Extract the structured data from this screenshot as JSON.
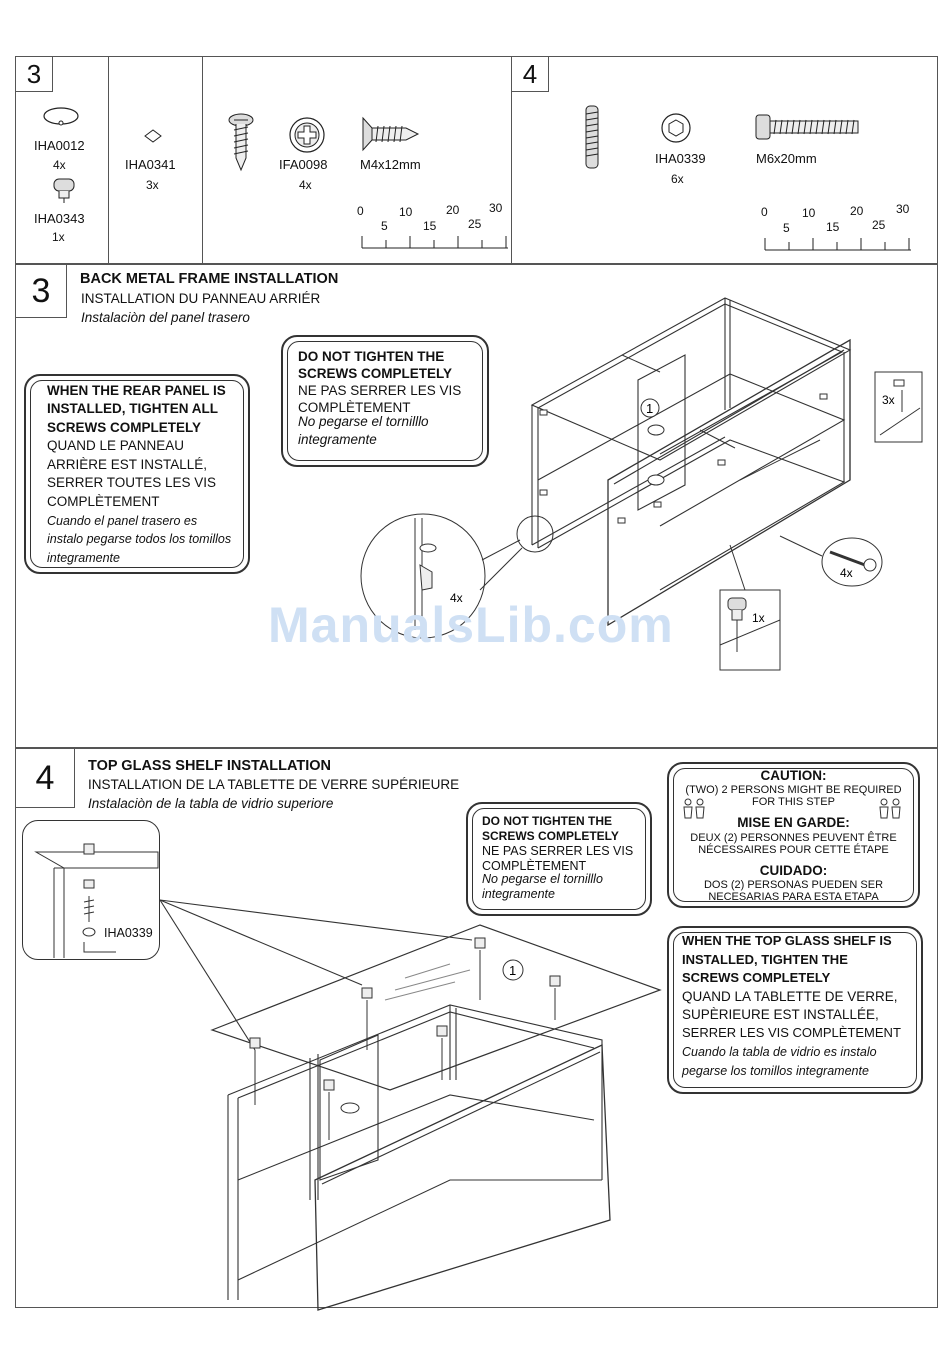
{
  "hardware_panel": {
    "step3_number": "3",
    "step4_number": "4",
    "step3_items": [
      {
        "code": "IHA0012",
        "qty": "4x"
      },
      {
        "code": "IHA0343",
        "qty": "1x"
      },
      {
        "code": "IHA0341",
        "qty": "3x"
      },
      {
        "code": "IFA0098",
        "qty": "4x"
      },
      {
        "code": "M4x12mm",
        "qty": ""
      }
    ],
    "step4_items": [
      {
        "code": "IHA0339",
        "qty": "6x"
      },
      {
        "code": "M6x20mm",
        "qty": ""
      }
    ],
    "ruler": {
      "top_labels": [
        "0",
        "10",
        "20",
        "30"
      ],
      "bottom_labels": [
        "5",
        "15",
        "25"
      ]
    }
  },
  "step3": {
    "number": "3",
    "title": "BACK METAL FRAME INSTALLATION",
    "title_fr": "INSTALLATION DU PANNEAU ARRIÉR",
    "title_es": "Instalaciòn del panel trasero",
    "note_tighten": {
      "en": [
        "WHEN THE REAR PANEL IS",
        "INSTALLED, TIGHTEN ALL",
        "SCREWS COMPLETELY"
      ],
      "fr": [
        "QUAND LE PANNEAU",
        "ARRIÈRE EST INSTALLÉ,",
        "SERRER TOUTES LES VIS",
        "COMPLÈTEMENT"
      ],
      "es": [
        "Cuando el panel trasero es",
        "instalo pegarse todos los tomillos",
        "integramente"
      ]
    },
    "note_no_tighten": {
      "en": [
        "DO NOT TIGHTEN THE",
        "SCREWS COMPLETELY"
      ],
      "fr": [
        "NE PAS SERRER LES VIS",
        "COMPLÈTEMENT"
      ],
      "es": [
        "No pegarse el tornilllo",
        "integramente"
      ]
    },
    "callouts": {
      "part_number": "1",
      "qty_a": "3x",
      "qty_b": "4x",
      "qty_c": "4x",
      "qty_d": "1x"
    }
  },
  "step4": {
    "number": "4",
    "title": "TOP GLASS SHELF INSTALLATION",
    "title_fr": "INSTALLATION DE LA TABLETTE DE VERRE SUPÉRIEURE",
    "title_es": "Instalaciòn de la tabla de vidrio superiore",
    "note_no_tighten": {
      "en": [
        "DO NOT TIGHTEN THE",
        "SCREWS COMPLETELY"
      ],
      "fr": [
        "NE PAS SERRER LES VIS",
        "COMPLÈTEMENT"
      ],
      "es": [
        "No pegarse el tornilllo",
        "integramente"
      ]
    },
    "caution": {
      "h1": "CAUTION:",
      "t1": [
        "(TWO) 2 PERSONS MIGHT BE REQUIRED",
        "FOR THIS STEP"
      ],
      "h2": "MISE EN GARDE:",
      "t2": [
        "DEUX (2) PERSONNES PEUVENT ÊTRE",
        "NÉCESSAIRES POUR CETTE ÉTAPE"
      ],
      "h3": "CUIDADO:",
      "t3": [
        "DOS (2) PERSONAS PUEDEN SER",
        "NECESARIAS PARA ESTA ETAPA"
      ]
    },
    "note_tighten": {
      "en": [
        "WHEN THE TOP GLASS SHELF IS",
        "INSTALLED, TIGHTEN THE",
        "SCREWS COMPLETELY"
      ],
      "fr": [
        "QUAND LA TABLETTE DE VERRE,",
        "SUPÈRIEURE EST INSTALLÉE,",
        "SERRER LES VIS COMPLÈTEMENT"
      ],
      "es": [
        "Cuando la tabla de vidrio es instalo",
        "pegarse los tomillos integramente"
      ]
    },
    "detail_label": "IHA0339",
    "part_number": "1"
  },
  "watermark": "ManualsLib.com"
}
